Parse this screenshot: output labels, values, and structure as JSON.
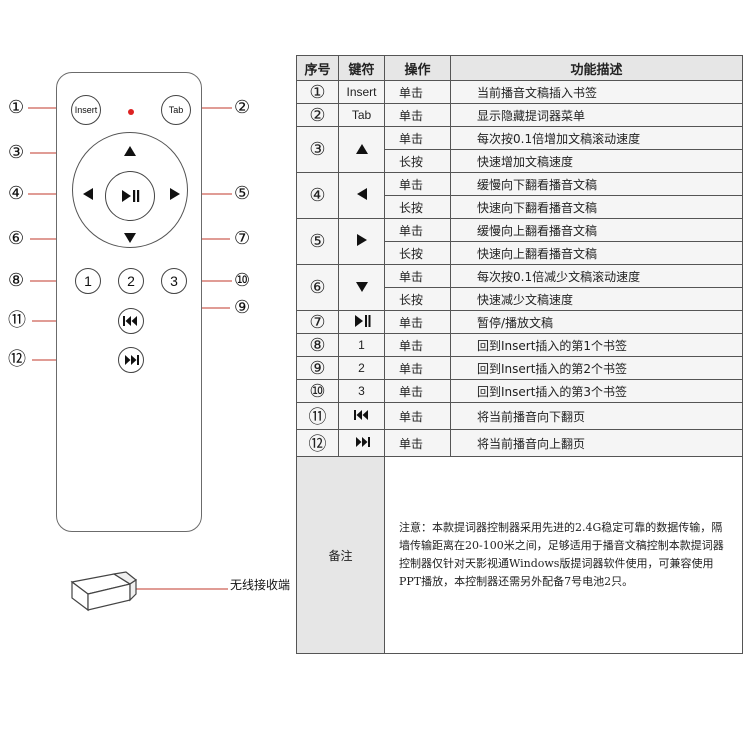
{
  "remote": {
    "insert_label": "Insert",
    "tab_label": "Tab",
    "num1": "1",
    "num2": "2",
    "num3": "3"
  },
  "callouts": [
    "①",
    "②",
    "③",
    "④",
    "⑤",
    "⑥",
    "⑦",
    "⑧",
    "⑨",
    "⑩",
    "⑪",
    "⑫"
  ],
  "dongle_label": "无线接收端",
  "table": {
    "headers": [
      "序号",
      "键符",
      "操作",
      "功能描述"
    ],
    "ops": {
      "click": "单击",
      "hold": "长按"
    },
    "keys": {
      "insert": "Insert",
      "tab": "Tab",
      "k1": "1",
      "k2": "2",
      "k3": "3"
    },
    "desc": {
      "d1": "当前播音文稿插入书签",
      "d2": "显示隐藏提词器菜单",
      "d3a": "每次按0.1倍增加文稿滚动速度",
      "d3b": "快速增加文稿速度",
      "d4a": "缓慢向下翻看播音文稿",
      "d4b": "快速向下翻看播音文稿",
      "d5a": "缓慢向上翻看播音文稿",
      "d5b": "快速向上翻看播音文稿",
      "d6a": "每次按0.1倍减少文稿滚动速度",
      "d6b": "快速减少文稿速度",
      "d7": "暂停/播放文稿",
      "d8": "回到Insert插入的第1个书签",
      "d9": "回到Insert插入的第2个书签",
      "d10": "回到Insert插入的第3个书签",
      "d11": "将当前播音向下翻页",
      "d12": "将当前播音向上翻页"
    },
    "note_label": "备注",
    "note_text": "注意：本款提词器控制器采用先进的2.4G稳定可靠的数据传输，隔墙传输距离在20-100米之间，足够适用于播音文稿控制本款提词器控制器仅针对天影视通Windows版提词器软件使用，可兼容使用PPT播放，本控制器还需另外配备7号电池2只。"
  },
  "icons": {
    "up": "triangle-up-icon",
    "down": "triangle-down-icon",
    "left": "triangle-left-icon",
    "right": "triangle-right-icon",
    "play_pause": "play-pause-icon",
    "prev": "previous-track-icon",
    "next": "next-track-icon"
  },
  "colors": {
    "led": "#dd2222",
    "header_bg": "#e6e6e6",
    "line": "#c0392b"
  }
}
